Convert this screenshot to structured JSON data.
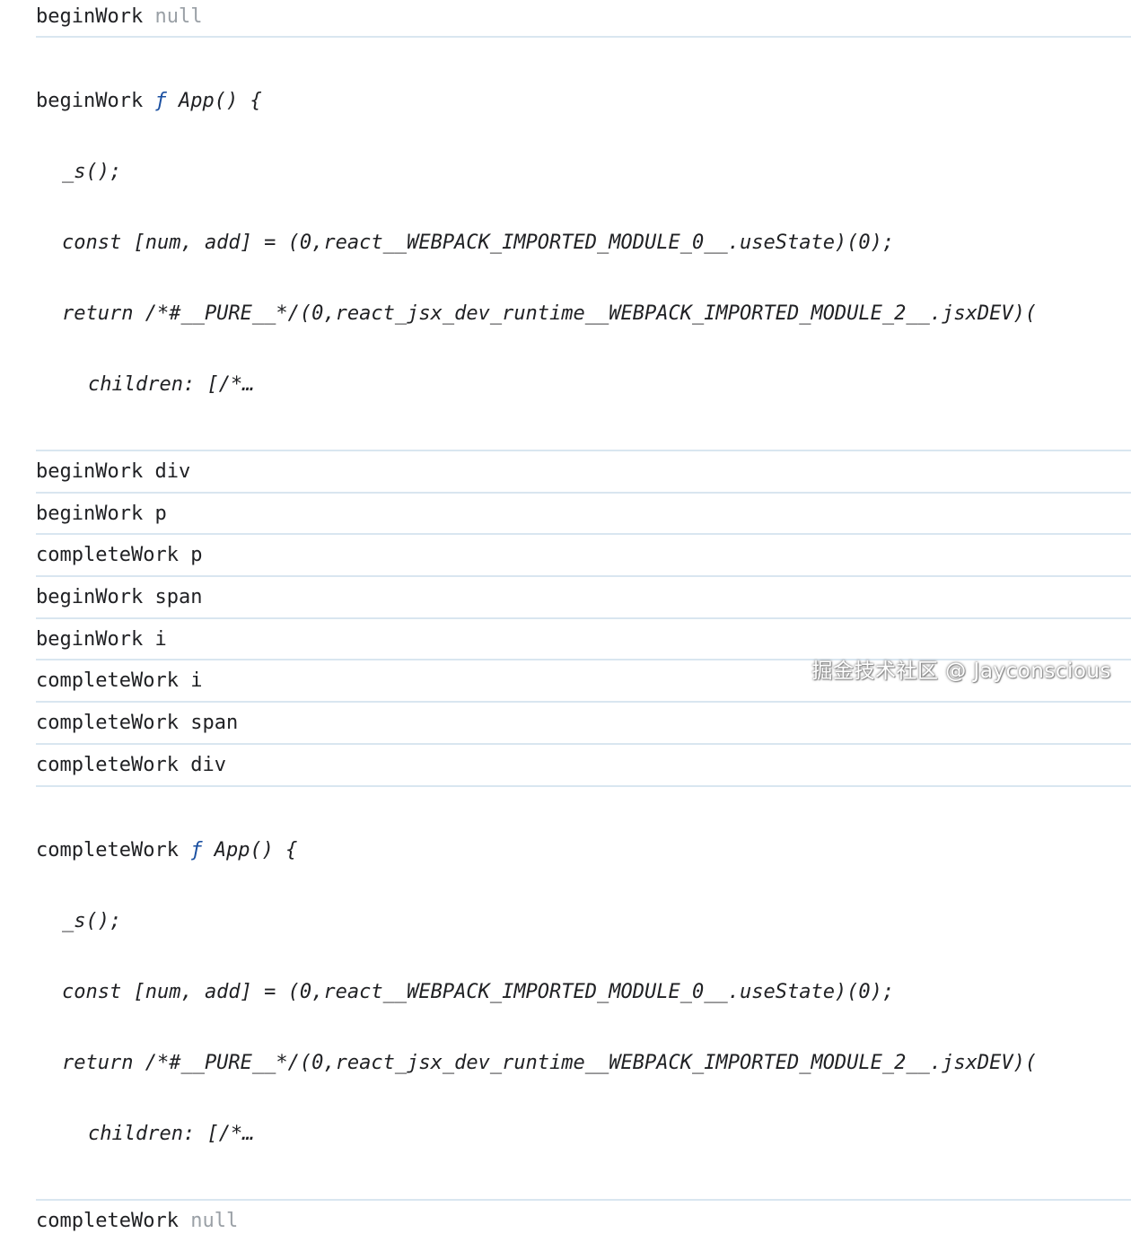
{
  "logs": [
    {
      "label": "beginWork",
      "value": "null"
    },
    {
      "label": "beginWork",
      "fn": {
        "glyph": "ƒ",
        "header": "App() {",
        "lines": [
          "_s();",
          "const [num, add] = (0,react__WEBPACK_IMPORTED_MODULE_0__.useState)(0);",
          "return /*#__PURE__*/(0,react_jsx_dev_runtime__WEBPACK_IMPORTED_MODULE_2__.jsxDEV)(",
          "children: [/*…"
        ]
      }
    },
    {
      "label": "beginWork",
      "value": "div"
    },
    {
      "label": "beginWork",
      "value": "p"
    },
    {
      "label": "completeWork",
      "value": "p"
    },
    {
      "label": "beginWork",
      "value": "span"
    },
    {
      "label": "beginWork",
      "value": "i"
    },
    {
      "label": "completeWork",
      "value": "i"
    },
    {
      "label": "completeWork",
      "value": "span"
    },
    {
      "label": "completeWork",
      "value": "div"
    },
    {
      "label": "completeWork",
      "fn": {
        "glyph": "ƒ",
        "header": "App() {",
        "lines": [
          "_s();",
          "const [num, add] = (0,react__WEBPACK_IMPORTED_MODULE_0__.useState)(0);",
          "return /*#__PURE__*/(0,react_jsx_dev_runtime__WEBPACK_IMPORTED_MODULE_2__.jsxDEV)(",
          "children: [/*…"
        ]
      }
    },
    {
      "label": "completeWork",
      "value": "null"
    }
  ],
  "watermark": "掘金技术社区 @ Jayconscious",
  "colors": {
    "text": "#202124",
    "null": "#9aa0a6",
    "function_glyph": "#1a4fa0",
    "divider": "#d9e6f0"
  }
}
